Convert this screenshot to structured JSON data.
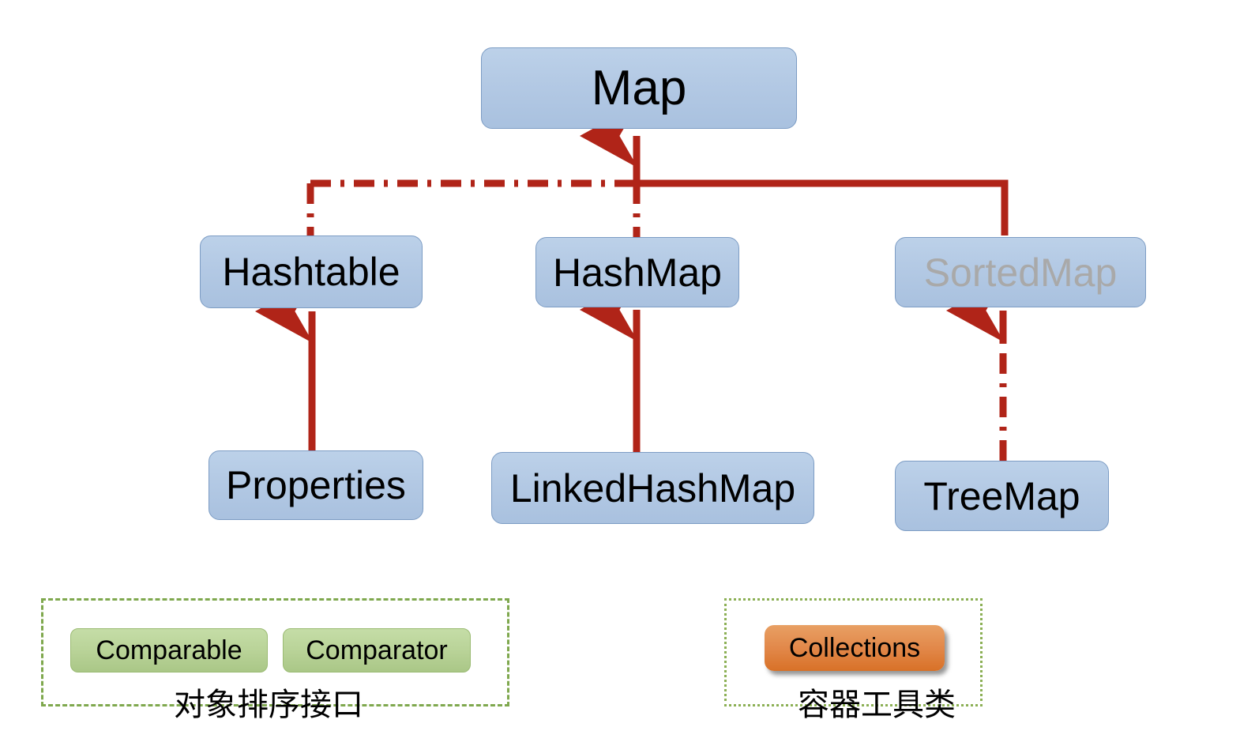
{
  "diagram": {
    "title": "Java Map Collection Hierarchy",
    "colors": {
      "node_fill_top": "#bcd1e9",
      "node_fill_bottom": "#a9c1df",
      "node_border": "#7c9cc4",
      "node_text": "#000000",
      "disabled_text": "#a9a9a9",
      "arrow": "#b02418",
      "green_chip_fill": "#b9d398",
      "green_chip_border": "#9bbb73",
      "green_group_border": "#7fa84e",
      "green_group_border_dotted": "#8cb055",
      "orange_chip_top": "#e8a064",
      "orange_chip_bottom": "#d87127",
      "background": "#ffffff"
    },
    "nodes": {
      "map": "Map",
      "hashtable": "Hashtable",
      "hashmap": "HashMap",
      "sortedmap": "SortedMap",
      "properties": "Properties",
      "linkedhashmap": "LinkedHashMap",
      "treemap": "TreeMap"
    },
    "groups": {
      "sorting": {
        "caption": "对象排序接口",
        "border_style": "dashed",
        "items": [
          {
            "label": "Comparable"
          },
          {
            "label": "Comparator"
          }
        ]
      },
      "tools": {
        "caption": "容器工具类",
        "border_style": "dotted",
        "items": [
          {
            "label": "Collections"
          }
        ]
      }
    },
    "edges": [
      {
        "from": "Hashtable",
        "to": "Map",
        "style": "dash-dot",
        "relation": "implements"
      },
      {
        "from": "HashMap",
        "to": "Map",
        "style": "dash-dot",
        "relation": "implements"
      },
      {
        "from": "SortedMap",
        "to": "Map",
        "style": "solid",
        "relation": "extends"
      },
      {
        "from": "Properties",
        "to": "Hashtable",
        "style": "solid",
        "relation": "extends"
      },
      {
        "from": "LinkedHashMap",
        "to": "HashMap",
        "style": "solid",
        "relation": "extends"
      },
      {
        "from": "TreeMap",
        "to": "SortedMap",
        "style": "dash-dot",
        "relation": "implements"
      }
    ]
  }
}
